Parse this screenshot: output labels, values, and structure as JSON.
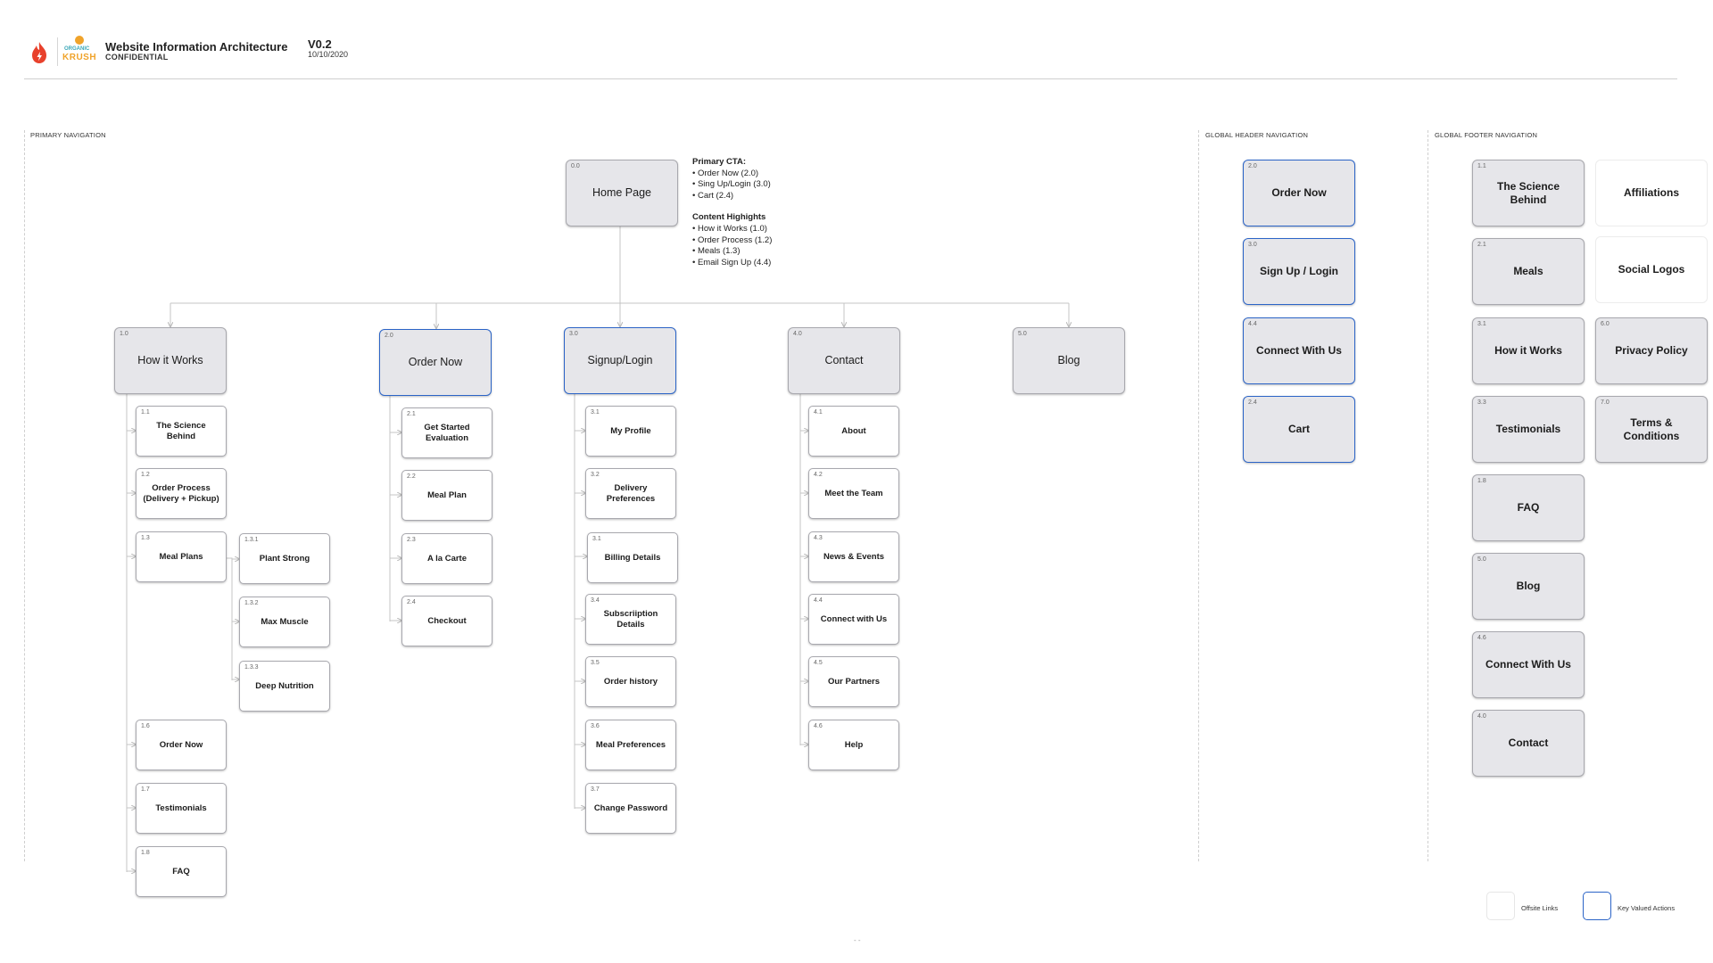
{
  "header": {
    "title": "Website Information Architecture",
    "confidential": "CONFIDENTIAL",
    "version": "V0.2",
    "date": "10/10/2020",
    "logo_text_top": "ORGANIC",
    "logo_text_bottom": "KRUSH"
  },
  "sections": {
    "primary": "PRIMARY NAVIGATION",
    "global_header": "GLOBAL HEADER NAVIGATION",
    "global_footer": "GLOBAL FOOTER NAVIGATION"
  },
  "home": {
    "num": "0.0",
    "label": "Home Page"
  },
  "cta": {
    "primary_heading": "Primary CTA:",
    "primary_items": [
      "• Order Now (2.0)",
      "• Sing Up/Login (3.0)",
      "• Cart (2.4)"
    ],
    "content_heading": "Content Highights",
    "content_items": [
      "• How it Works (1.0)",
      "• Order Process (1.2)",
      "• Meals (1.3)",
      "• Email Sign Up (4.4)"
    ]
  },
  "primary_nav": [
    {
      "num": "1.0",
      "label": "How it Works",
      "key": false
    },
    {
      "num": "2.0",
      "label": "Order Now",
      "key": true
    },
    {
      "num": "3.0",
      "label": "Signup/Login",
      "key": true
    },
    {
      "num": "4.0",
      "label": "Contact",
      "key": false
    },
    {
      "num": "5.0",
      "label": "Blog",
      "key": false
    }
  ],
  "how_children": [
    {
      "num": "1.1",
      "label": "The Science Behind",
      "key": false
    },
    {
      "num": "1.2",
      "label": "Order Process (Delivery + Pickup)",
      "key": false
    },
    {
      "num": "1.3",
      "label": "Meal Plans",
      "key": false
    },
    {
      "num": "1.6",
      "label": "Order Now",
      "key": true
    },
    {
      "num": "1.7",
      "label": "Testimonials",
      "key": false
    },
    {
      "num": "1.8",
      "label": "FAQ",
      "key": false
    }
  ],
  "meal_plans_children": [
    {
      "num": "1.3.1",
      "label": "Plant Strong"
    },
    {
      "num": "1.3.2",
      "label": "Max Muscle"
    },
    {
      "num": "1.3.3",
      "label": "Deep Nutrition"
    }
  ],
  "order_children": [
    {
      "num": "2.1",
      "label": "Get Started Evaluation"
    },
    {
      "num": "2.2",
      "label": "Meal Plan"
    },
    {
      "num": "2.3",
      "label": "A la Carte"
    },
    {
      "num": "2.4",
      "label": "Checkout"
    }
  ],
  "signup_children": [
    {
      "num": "3.1",
      "label": "My Profile"
    },
    {
      "num": "3.2",
      "label": "Delivery Preferences"
    },
    {
      "num": "3.1",
      "label": "Billing Details"
    },
    {
      "num": "3.4",
      "label": "Subscriiption Details"
    },
    {
      "num": "3.5",
      "label": "Order history"
    },
    {
      "num": "3.6",
      "label": "Meal Preferences"
    },
    {
      "num": "3.7",
      "label": "Change Password"
    }
  ],
  "contact_children": [
    {
      "num": "4.1",
      "label": "About",
      "key": false
    },
    {
      "num": "4.2",
      "label": "Meet the Team",
      "key": false
    },
    {
      "num": "4.3",
      "label": "News & Events",
      "key": false
    },
    {
      "num": "4.4",
      "label": "Connect with Us",
      "key": true
    },
    {
      "num": "4.5",
      "label": "Our Partners",
      "key": false
    },
    {
      "num": "4.6",
      "label": "Help",
      "key": false
    }
  ],
  "global_header": [
    {
      "num": "2.0",
      "label": "Order Now"
    },
    {
      "num": "3.0",
      "label": "Sign Up / Login"
    },
    {
      "num": "4.4",
      "label": "Connect With Us"
    },
    {
      "num": "2.4",
      "label": "Cart"
    }
  ],
  "global_footer_col1": [
    {
      "num": "1.1",
      "label": "The Science Behind"
    },
    {
      "num": "2.1",
      "label": "Meals"
    },
    {
      "num": "3.1",
      "label": "How it Works"
    },
    {
      "num": "3.3",
      "label": "Testimonials"
    },
    {
      "num": "1.8",
      "label": "FAQ"
    },
    {
      "num": "5.0",
      "label": "Blog"
    },
    {
      "num": "4.6",
      "label": "Connect With Us"
    },
    {
      "num": "4.0",
      "label": "Contact"
    }
  ],
  "global_footer_col2": [
    {
      "num": "",
      "label": "Affiliations",
      "ext": true
    },
    {
      "num": "",
      "label": "Social Logos",
      "ext": true
    },
    {
      "num": "6.0",
      "label": "Privacy Policy",
      "ext": false
    },
    {
      "num": "7.0",
      "label": "Terms & Conditions",
      "ext": false
    }
  ],
  "legend": {
    "offsite": "Offsite Links",
    "key": "Key Valued Actions"
  },
  "footnote": "- -",
  "colors": {
    "key_border": "#2b64c7",
    "node_fill": "#e6e6ea",
    "node_border": "#a8a8ae",
    "connector": "#b8b8b8",
    "brand_red": "#e8412c",
    "brand_orange": "#f0a32a",
    "brand_teal": "#3aa7b8"
  }
}
